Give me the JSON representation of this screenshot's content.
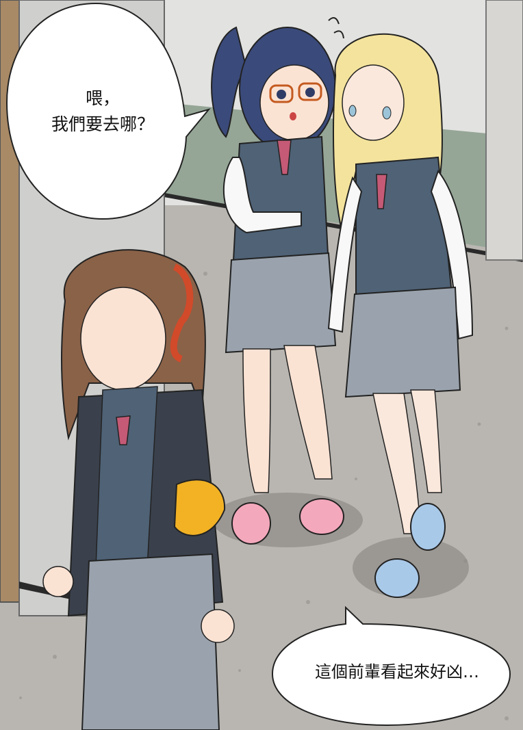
{
  "panel": {
    "bubbles": {
      "top_left": {
        "line1": "喂，",
        "line2": "我們要去哪？"
      },
      "bottom_right": {
        "line1": "這個前輩看起來好凶…"
      }
    },
    "colors": {
      "floor": "#b9b6b1",
      "wall": "#e2e2e0",
      "wall_stripe": "#95a696",
      "vest": "#4f6276",
      "skirt": "#9aa3ad",
      "blazer": "#3a414c",
      "armband": "#f2b224",
      "tie": "#c45a76",
      "slipper_pink": "#f4a8bc",
      "slipper_blue": "#a9c9e9",
      "hair_blonde": "#f4e39c",
      "hair_navy": "#3a4a7a",
      "hair_brown": "#8a6248"
    },
    "icons": {
      "surprise_mark": "sweat-swirl-icon"
    }
  }
}
